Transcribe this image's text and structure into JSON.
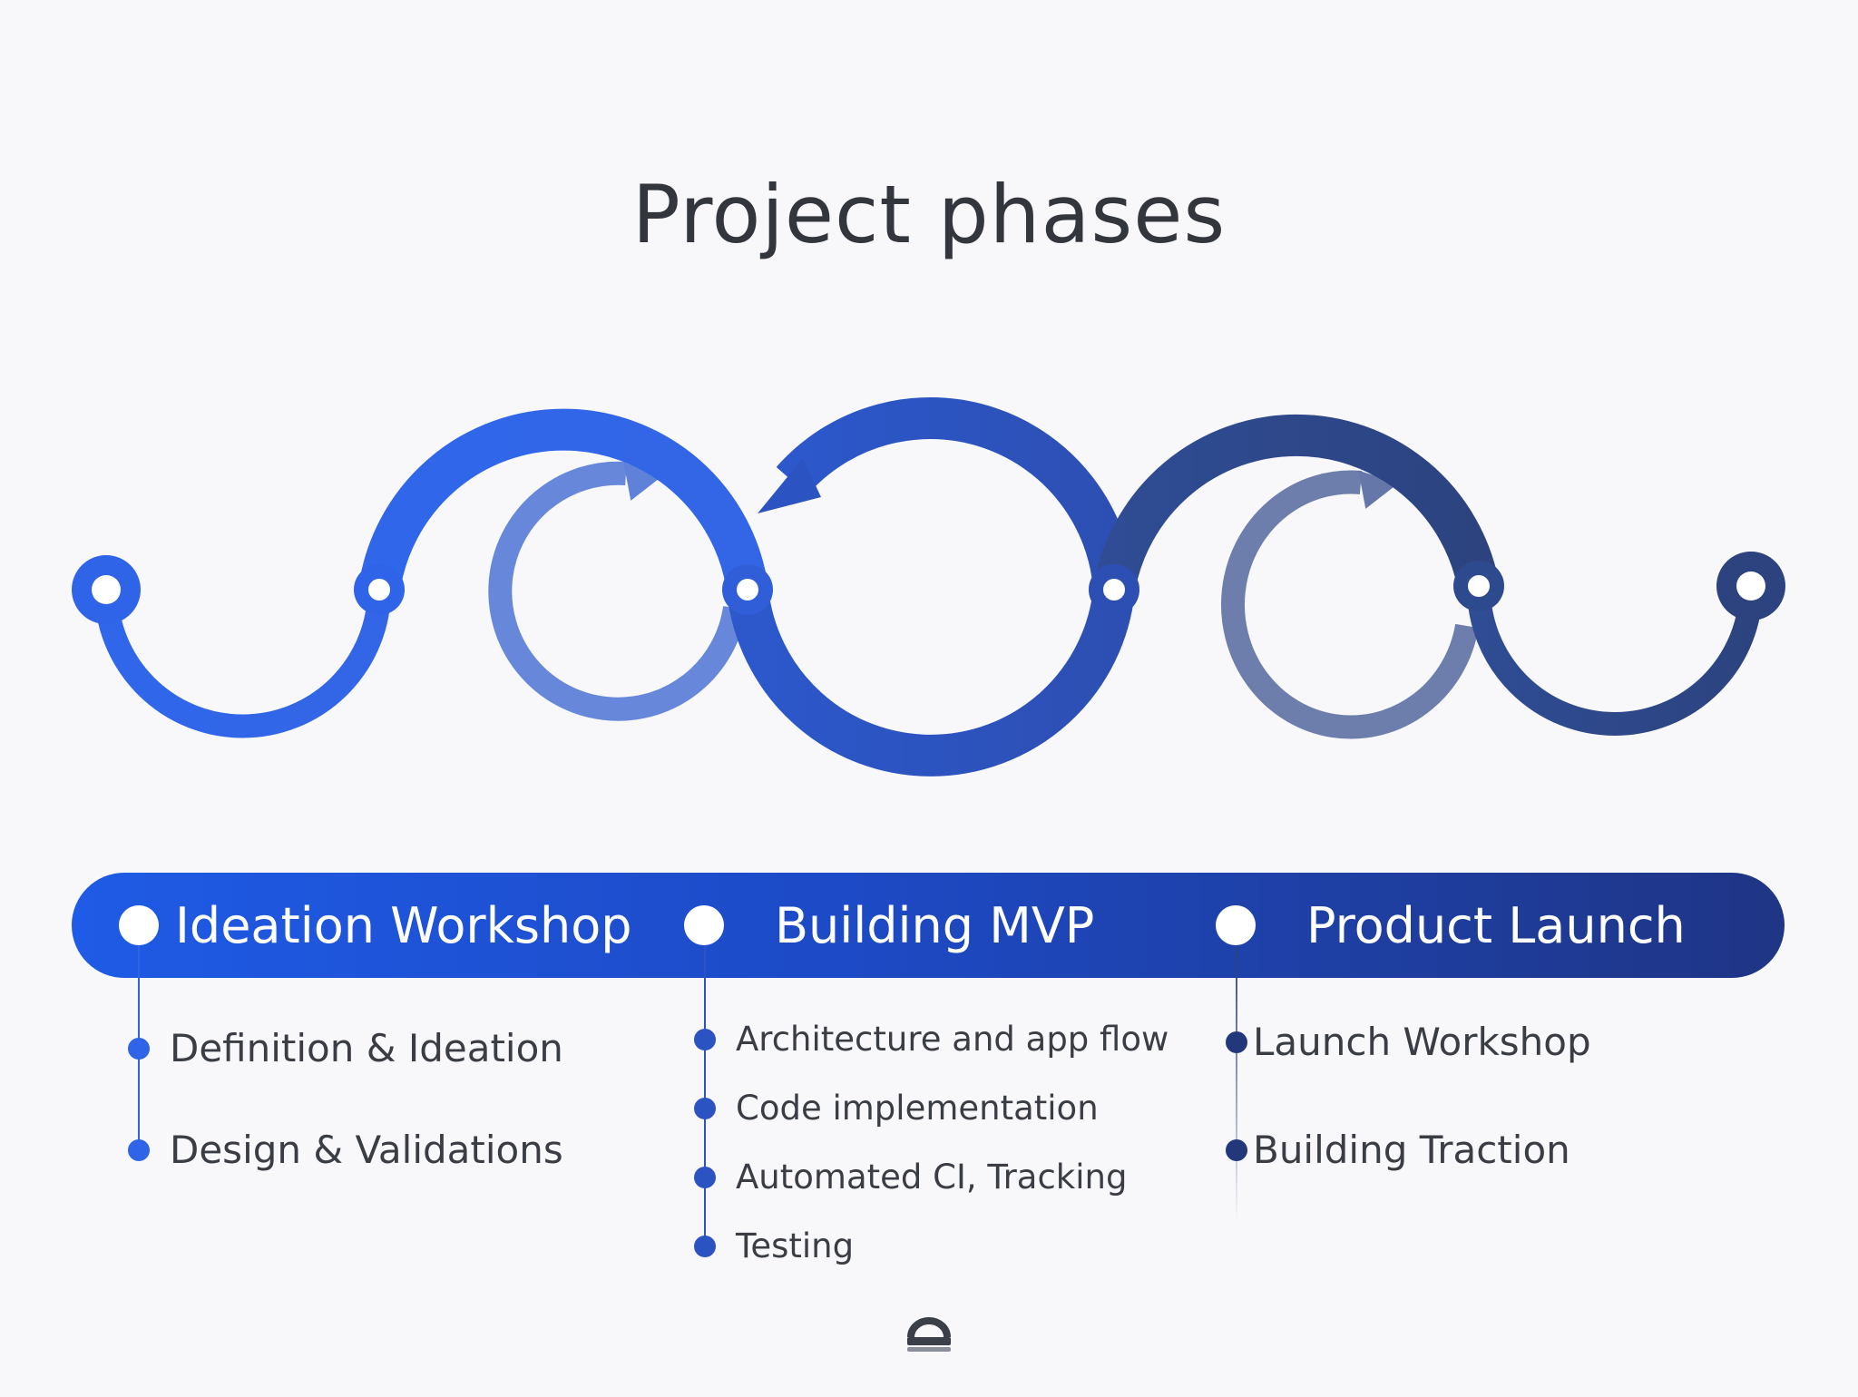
{
  "title": "Project phases",
  "colors": {
    "background": "#f8f8fa",
    "phase1": "#2f63e8",
    "phase2": "#2c53c2",
    "phase3": "#2e4a8f",
    "arrow1": "#5f82d8",
    "arrow3": "#6577a8"
  },
  "phases": [
    {
      "label": "Ideation Workshop",
      "items": [
        "Definition & Ideation",
        "Design & Validations"
      ]
    },
    {
      "label": "Building MVP",
      "items": [
        "Architecture and app flow",
        "Code implementation",
        "Automated CI, Tracking",
        "Testing"
      ]
    },
    {
      "label": "Product Launch",
      "items": [
        "Launch Workshop",
        "Building Traction"
      ]
    }
  ],
  "icons": [
    "circular-arrow-icon",
    "logo-icon"
  ]
}
